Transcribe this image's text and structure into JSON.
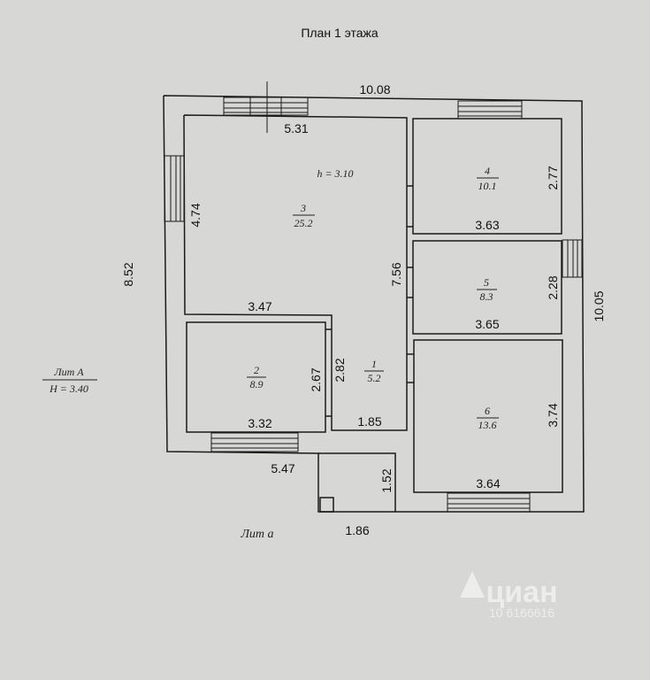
{
  "title": "План 1 этажа",
  "dimensions": {
    "top_outer": "10.08",
    "top_inner": "5.31",
    "left_outer": "8.52",
    "right_outer": "10.05",
    "room3_left": "4.74",
    "room3_bottom": "3.47",
    "corridor_height": "7.56",
    "room4_right": "2.77",
    "room4_bottom": "3.63",
    "room5_right": "2.28",
    "room5_bottom": "3.65",
    "room6_right": "3.74",
    "room6_bottom": "3.64",
    "room2_right": "2.67",
    "room2_bottom": "3.32",
    "room1_left": "2.82",
    "room1_bottom": "1.85",
    "bottom_left": "5.47",
    "porch_right": "1.52",
    "porch_bottom": "1.86"
  },
  "rooms": [
    {
      "number": "1",
      "area": "5.2"
    },
    {
      "number": "2",
      "area": "8.9"
    },
    {
      "number": "3",
      "area": "25.2"
    },
    {
      "number": "4",
      "area": "10.1"
    },
    {
      "number": "5",
      "area": "8.3"
    },
    {
      "number": "6",
      "area": "13.6"
    }
  ],
  "room3_height": "h = 3.10",
  "lit_a": {
    "label": "Лит А",
    "height": "Н = 3.40"
  },
  "lit_a_small": "Лит а",
  "watermark": {
    "brand": "циан",
    "id": "10 6166616"
  }
}
